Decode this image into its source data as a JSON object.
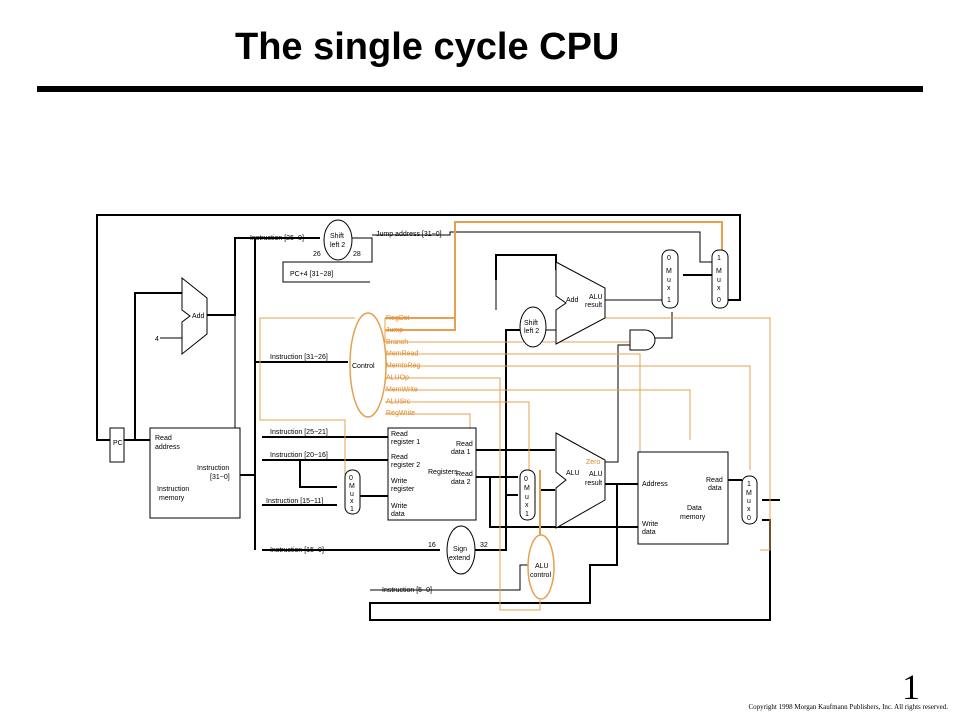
{
  "slide": {
    "title": "The single cycle CPU",
    "page_number": "1",
    "copyright": "Copyright 1998 Morgan Kaufmann Publishers, Inc. All rights reserved."
  },
  "diagram": {
    "pc": "PC",
    "add_pc": "Add",
    "add_constant": "4",
    "instruction_memory": {
      "read_address_1": "Read",
      "read_address_2": "address",
      "instruction_1": "Instruction",
      "instruction_2": "[31−0]",
      "name_1": "Instruction",
      "name_2": "memory"
    },
    "shift_jump": {
      "line1": "Shift",
      "line2": "left 2",
      "in_width": "26",
      "out_width": "28"
    },
    "jump_labels": {
      "instr_25_0": "Instruction [25−0]",
      "jump_address": "Jump address [31−0]",
      "pc4": "PC+4 [31−28]"
    },
    "control": {
      "name": "Control",
      "instr_31_26": "Instruction [31−26]",
      "signals": [
        "RegDst",
        "Jump",
        "Branch",
        "MemRead",
        "MemtoReg",
        "ALUOp",
        "MemWrite",
        "ALUSrc",
        "RegWrite"
      ]
    },
    "instruction_fields": {
      "f25_21": "Instruction [25−21]",
      "f20_16": "Instruction [20−16]",
      "f15_11": "Instruction [15−11]",
      "f15_0": "Instruction [15−0]",
      "f5_0": "Instruction [5−0]"
    },
    "registers": {
      "name": "Registers",
      "read_reg1_1": "Read",
      "read_reg1_2": "register 1",
      "read_reg2_1": "Read",
      "read_reg2_2": "register 2",
      "write_reg_1": "Write",
      "write_reg_2": "register",
      "write_data_1": "Write",
      "write_data_2": "data",
      "read_data1_1": "Read",
      "read_data1_2": "data 1",
      "read_data2_1": "Read",
      "read_data2_2": "data 2"
    },
    "sign_extend": {
      "line1": "Sign",
      "line2": "extend",
      "in_width": "16",
      "out_width": "32"
    },
    "alu_control": {
      "line1": "ALU",
      "line2": "control"
    },
    "shift_branch": {
      "line1": "Shift",
      "line2": "left 2"
    },
    "add_branch": {
      "name": "Add",
      "result_1": "ALU",
      "result_2": "result"
    },
    "alu": {
      "name": "ALU",
      "zero": "Zero",
      "result_1": "ALU",
      "result_2": "result"
    },
    "data_memory": {
      "address": "Address",
      "read_data_1": "Read",
      "read_data_2": "data",
      "write_data_1": "Write",
      "write_data_2": "data",
      "name_1": "Data",
      "name_2": "memory"
    },
    "mux_regdst": {
      "top": "0",
      "mid": [
        "M",
        "u",
        "x"
      ],
      "bottom": "1"
    },
    "mux_alusrc": {
      "top": "0",
      "mid": [
        "M",
        "u",
        "x"
      ],
      "bottom": "1"
    },
    "mux_memtoreg": {
      "top": "1",
      "mid": [
        "M",
        "u",
        "x"
      ],
      "bottom": "0"
    },
    "mux_branch": {
      "top": "0",
      "mid": [
        "M",
        "u",
        "x"
      ],
      "bottom": "1"
    },
    "mux_jump": {
      "top": "1",
      "mid": [
        "M",
        "u",
        "x"
      ],
      "bottom": "0"
    },
    "colors": {
      "control": "#e08a2a",
      "datapath": "#000000",
      "bus": "#555555"
    }
  }
}
